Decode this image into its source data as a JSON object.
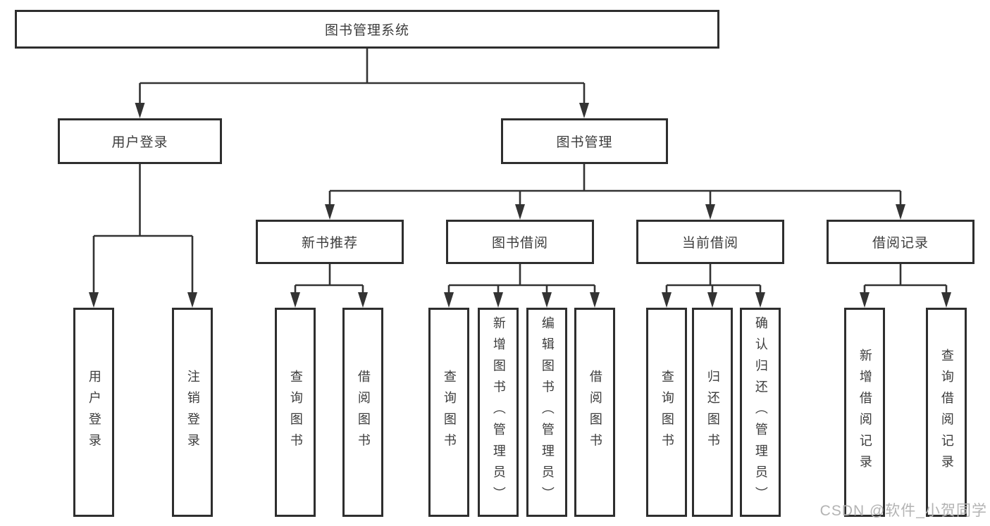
{
  "tree": {
    "root": "图书管理系统",
    "branches": [
      {
        "label": "用户登录",
        "children": [
          "用户登录",
          "注销登录"
        ]
      },
      {
        "label": "图书管理",
        "groups": [
          {
            "label": "新书推荐",
            "children": [
              "查询图书",
              "借阅图书"
            ]
          },
          {
            "label": "图书借阅",
            "children": [
              "查询图书",
              "新增图书（管理员）",
              "编辑图书（管理员）",
              "借阅图书"
            ]
          },
          {
            "label": "当前借阅",
            "children": [
              "查询图书",
              "归还图书",
              "确认归还（管理员）"
            ]
          },
          {
            "label": "借阅记录",
            "children": [
              "新增借阅记录",
              "查询借阅记录"
            ]
          }
        ]
      }
    ]
  },
  "watermark": {
    "text": "CSDN @软件_小贺同学"
  },
  "colors": {
    "line": "#333333",
    "box_border": "#2e2e2e",
    "text": "#3c3c3c",
    "watermark": "#b3b3b3",
    "background": "#ffffff"
  }
}
